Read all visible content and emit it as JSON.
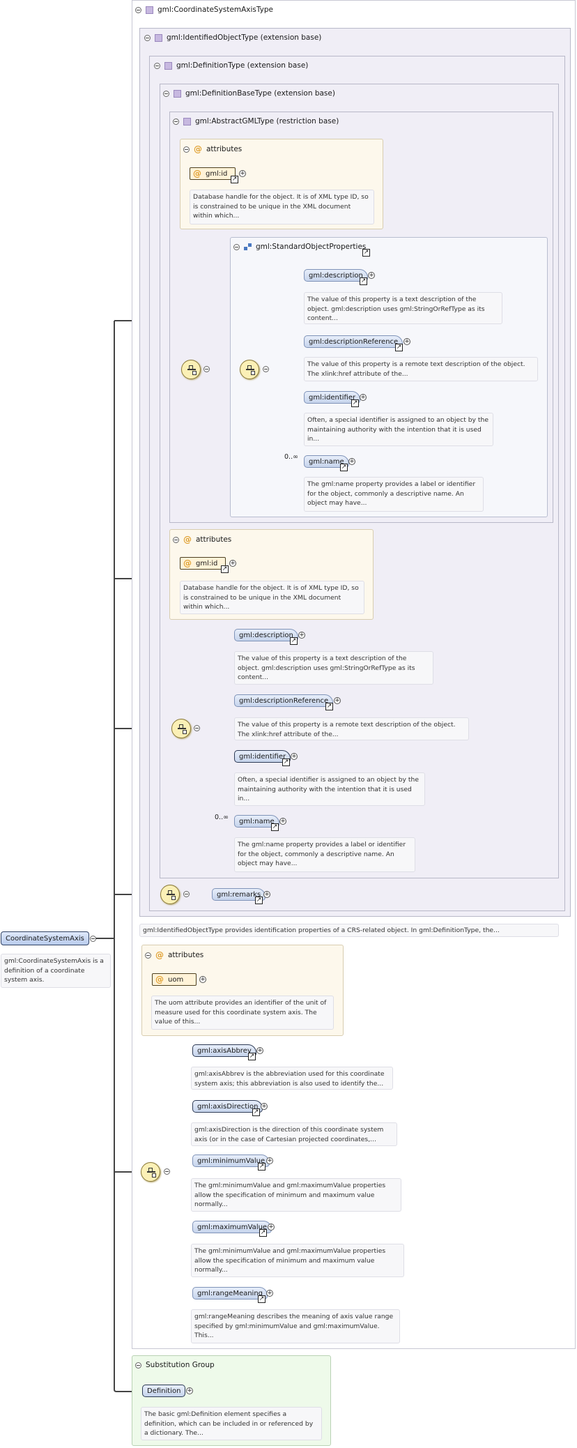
{
  "root": {
    "name": "CoordinateSystemAxis",
    "description": "gml:CoordinateSystemAxis is a definition of a coordinate system axis."
  },
  "types": {
    "outer": "gml:CoordinateSystemAxisType",
    "identified": "gml:IdentifiedObjectType (extension base)",
    "definition": "gml:DefinitionType (extension base)",
    "definition_base": "gml:DefinitionBaseType (extension base)",
    "abstract_gml": "gml:AbstractGMLType (restriction base)"
  },
  "attributes_label": "attributes",
  "inner_attributes": {
    "id": "gml:id",
    "id_desc": "Database handle for the object. It is of XML type ID, so is constrained to be unique in the XML document within which..."
  },
  "standard_props": {
    "title": "gml:StandardObjectProperties",
    "occurs": "0..∞",
    "items": [
      {
        "name": "gml:description",
        "desc": "The value of this property is a text description of the object. gml:description uses gml:StringOrRefType as its content..."
      },
      {
        "name": "gml:descriptionReference",
        "desc": "The value of this property is a remote text description of the object. The xlink:href attribute of the..."
      },
      {
        "name": "gml:identifier",
        "desc": "Often, a special identifier is assigned to an object by the maintaining authority with the intention that it is used in..."
      },
      {
        "name": "gml:name",
        "desc": "The gml:name property provides a label or identifier for the object, commonly a descriptive name. An object may have..."
      }
    ]
  },
  "def_attributes": {
    "id": "gml:id",
    "id_desc": "Database handle for the object. It is of XML type ID, so is constrained to be unique in the XML document within which..."
  },
  "def_items": {
    "occurs": "0..∞",
    "items": [
      {
        "name": "gml:description",
        "desc": "The value of this property is a text description of the object. gml:description uses gml:StringOrRefType as its content..."
      },
      {
        "name": "gml:descriptionReference",
        "desc": "The value of this property is a remote text description of the object. The xlink:href attribute of the..."
      },
      {
        "name": "gml:identifier",
        "desc": "Often, a special identifier is assigned to an object by the maintaining authority with the intention that it is used in..."
      },
      {
        "name": "gml:name",
        "desc": "The gml:name property provides a label or identifier for the object, commonly a descriptive name. An object may have..."
      }
    ]
  },
  "remarks": "gml:remarks",
  "identified_note": "gml:IdentifiedObjectType provides identification properties of a CRS-related object. In gml:DefinitionType, the...",
  "axis_attributes": {
    "uom": "uom",
    "uom_desc": "The uom attribute provides an identifier of the unit of measure used for this coordinate system axis. The value of this..."
  },
  "axis_items": [
    {
      "name": "gml:axisAbbrev",
      "desc": "gml:axisAbbrev is the abbreviation used for this coordinate system axis; this abbreviation is also used to identify the..."
    },
    {
      "name": "gml:axisDirection",
      "desc": "gml:axisDirection is the direction of this coordinate system axis (or in the case of Cartesian projected coordinates,..."
    },
    {
      "name": "gml:minimumValue",
      "desc": "The gml:minimumValue and gml:maximumValue properties allow the specification of minimum and maximum value normally..."
    },
    {
      "name": "gml:maximumValue",
      "desc": "The gml:minimumValue and gml:maximumValue properties allow the specification of minimum and maximum value normally..."
    },
    {
      "name": "gml:rangeMeaning",
      "desc": "gml:rangeMeaning describes the meaning of axis value range specified by gml:minimumValue and gml:maximumValue. This..."
    }
  ],
  "substitution": {
    "title": "Substitution Group",
    "element": "Definition",
    "desc": "The basic gml:Definition element specifies a definition, which can be included in or referenced by a dictionary. The..."
  }
}
